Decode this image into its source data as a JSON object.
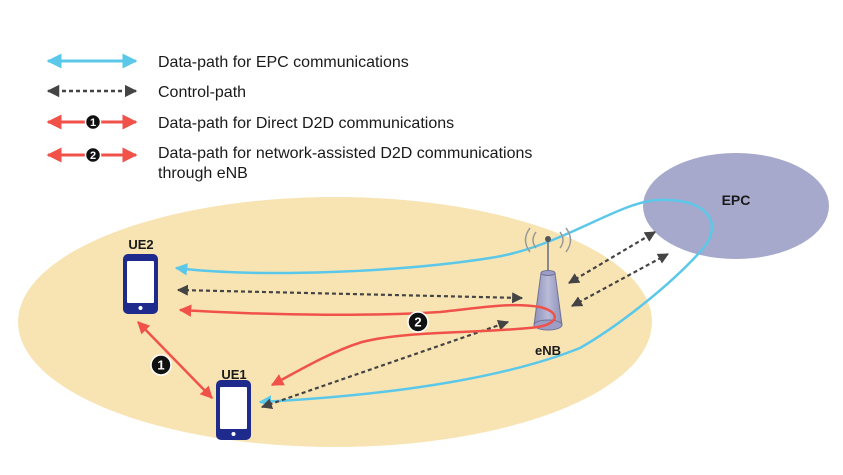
{
  "legend": {
    "epc_path": "Data-path for EPC communications",
    "control_path": "Control-path",
    "direct_d2d": "Data-path for Direct D2D communications",
    "assisted_d2d_line1": "Data-path for network-assisted D2D communications",
    "assisted_d2d_line2": "through eNB"
  },
  "nodes": {
    "ue2": "UE2",
    "ue1": "UE1",
    "enb": "eNB",
    "epc": "EPC"
  },
  "badges": {
    "one": "1",
    "two": "2"
  },
  "colors": {
    "epc_path": "#5bc8ea",
    "control_path": "#444444",
    "d2d_path": "#f0524a",
    "coverage_area": "#f8e4b3",
    "epc_cloud": "#a6a9cc",
    "phone_body": "#1e2a8c",
    "tower": "#a7a7cc"
  },
  "icons": [
    "smartphone-icon",
    "cell-tower-icon",
    "epc-cloud"
  ]
}
